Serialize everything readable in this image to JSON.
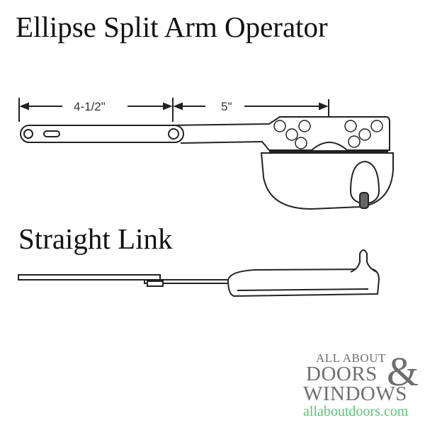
{
  "titles": {
    "main": "Ellipse Split Arm Operator",
    "secondary": "Straight Link"
  },
  "dimensions": {
    "arm_length": "4-1/2\"",
    "link_length": "5\""
  },
  "logo": {
    "line1": "ALL ABOUT",
    "line2": "DOORS",
    "ampersand": "&",
    "line3": "WINDOWS",
    "url": "allaboutdoors.com",
    "url_color": "#5cc47a",
    "text_color": "#6d6e71"
  }
}
